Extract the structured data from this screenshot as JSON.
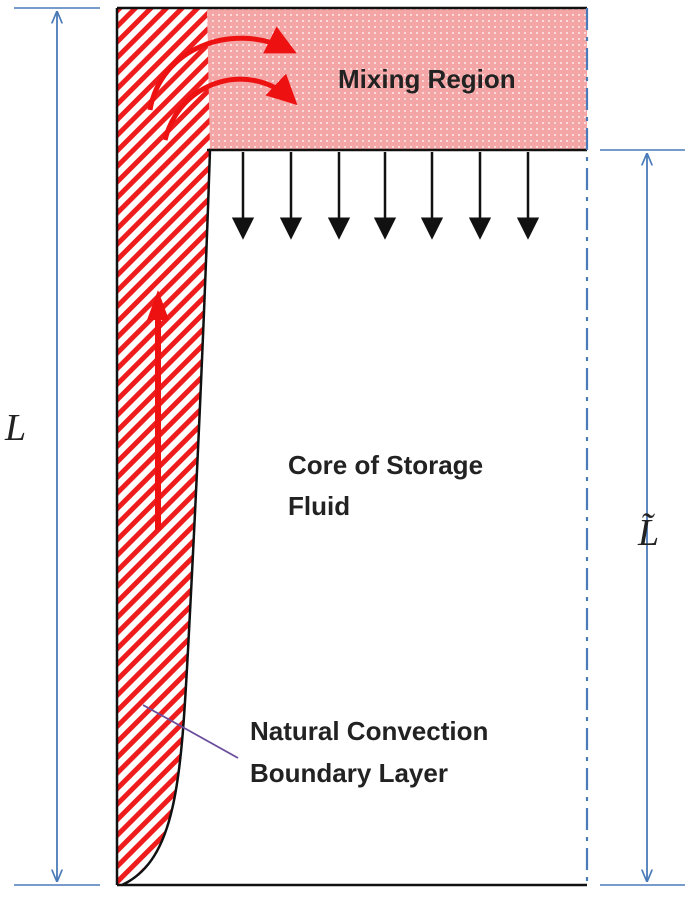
{
  "labels": {
    "mixing_region": "Mixing Region",
    "core_line1": "Core of Storage",
    "core_line2": "Fluid",
    "boundary_line1": "Natural Convection",
    "boundary_line2": "Boundary Layer",
    "total_height": "L",
    "core_height": "L̃"
  },
  "colors": {
    "boundary_hatch": "#ee1c1c",
    "mixing_fill": "#f4a6a6",
    "flow_arrow": "#ee1111",
    "dimension_line": "#4a7ab8",
    "outline": "#111111",
    "leader_line": "#6a4c9c"
  },
  "icons": {
    "flow_arrows": "curved-arrow",
    "downward_arrows": "arrow-down"
  }
}
